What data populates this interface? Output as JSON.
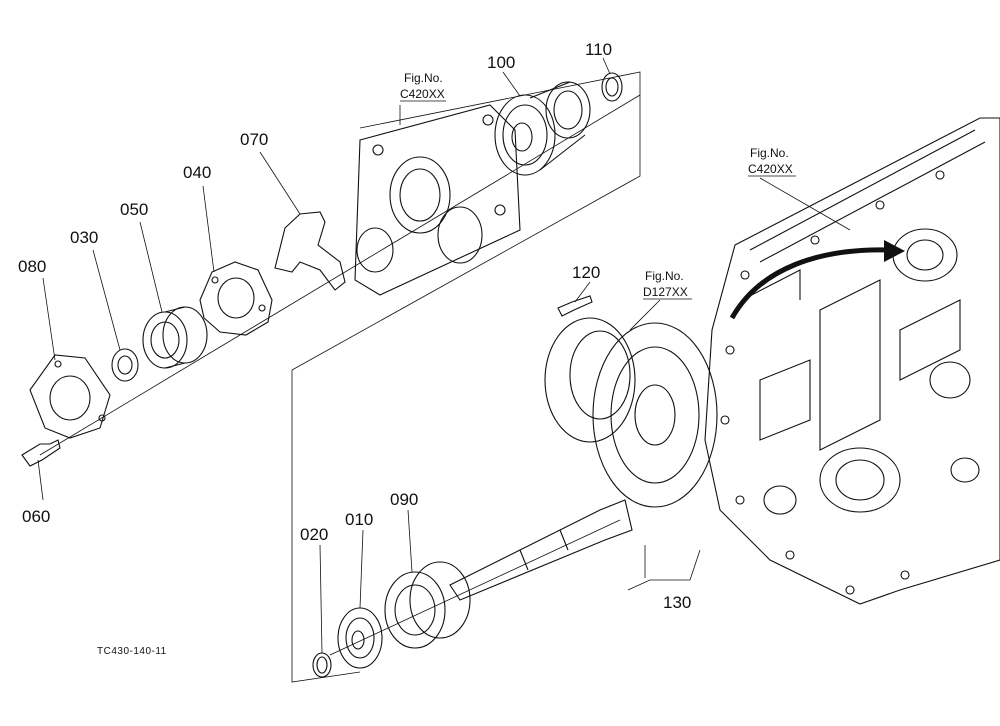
{
  "labels": {
    "p010": "010",
    "p020": "020",
    "p030": "030",
    "p040": "040",
    "p050": "050",
    "p060": "060",
    "p070": "070",
    "p080": "080",
    "p090": "090",
    "p100": "100",
    "p110": "110",
    "p120": "120",
    "p130": "130"
  },
  "fig_refs": {
    "ref1_line1": "Fig.No.",
    "ref1_line2": "C420XX",
    "ref2_line1": "Fig.No.",
    "ref2_line2": "C420XX",
    "ref3_line1": "Fig.No.",
    "ref3_line2": "D127XX"
  },
  "drawing_code": "TC430-140-11"
}
